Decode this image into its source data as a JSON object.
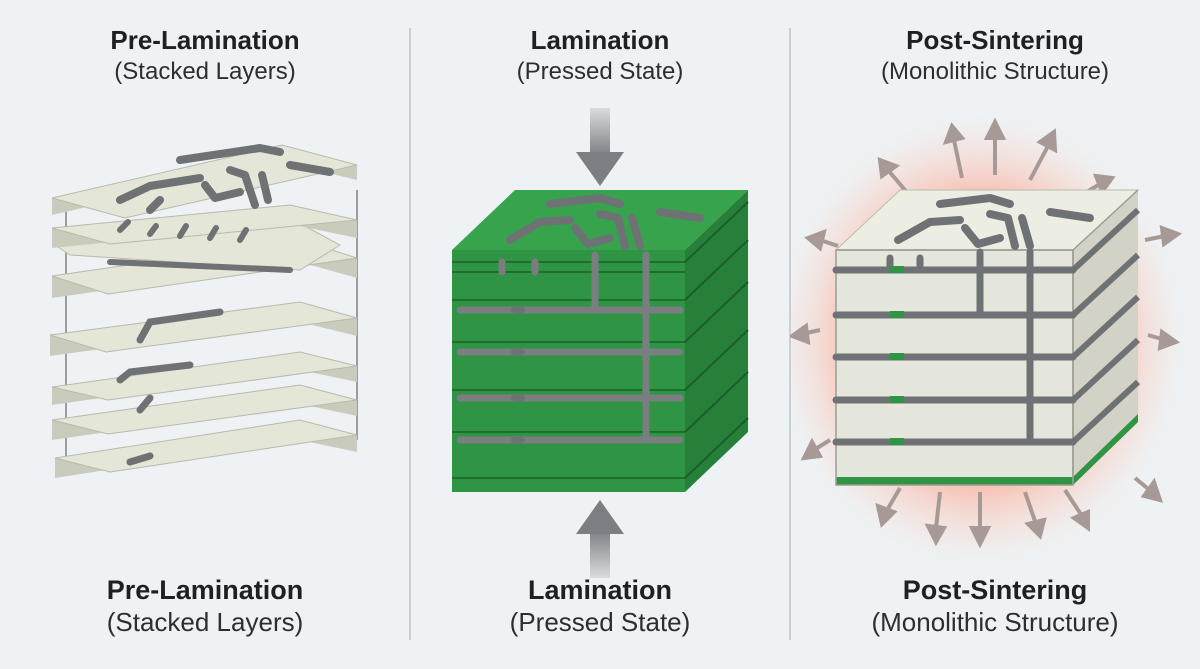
{
  "stages": [
    {
      "title": "Pre-Lamination",
      "subtitle": "(Stacked Layers)",
      "bottom_title": "Pre-Lamination",
      "bottom_subtitle": "(Stacked Layers)"
    },
    {
      "title": "Lamination",
      "subtitle": "(Pressed State)",
      "bottom_title": "Lamination",
      "bottom_subtitle": "(Pressed State)"
    },
    {
      "title": "Post-Sintering",
      "subtitle": "(Monolithic Structure)",
      "bottom_title": "Post-Sintering",
      "bottom_subtitle": "(Monolithic Structure)"
    }
  ],
  "colors": {
    "background": "#eef2f4",
    "ceramic_sheet": "#e4e6d8",
    "conductor_trace": "#6e7274",
    "green_laminate": "#2f9443",
    "sinter_glow": "#ff7a5a",
    "arrow": "#8a8d90"
  },
  "icons": [
    "press-down-arrow-icon",
    "press-up-arrow-icon",
    "shrinkage-arrow-icon"
  ]
}
